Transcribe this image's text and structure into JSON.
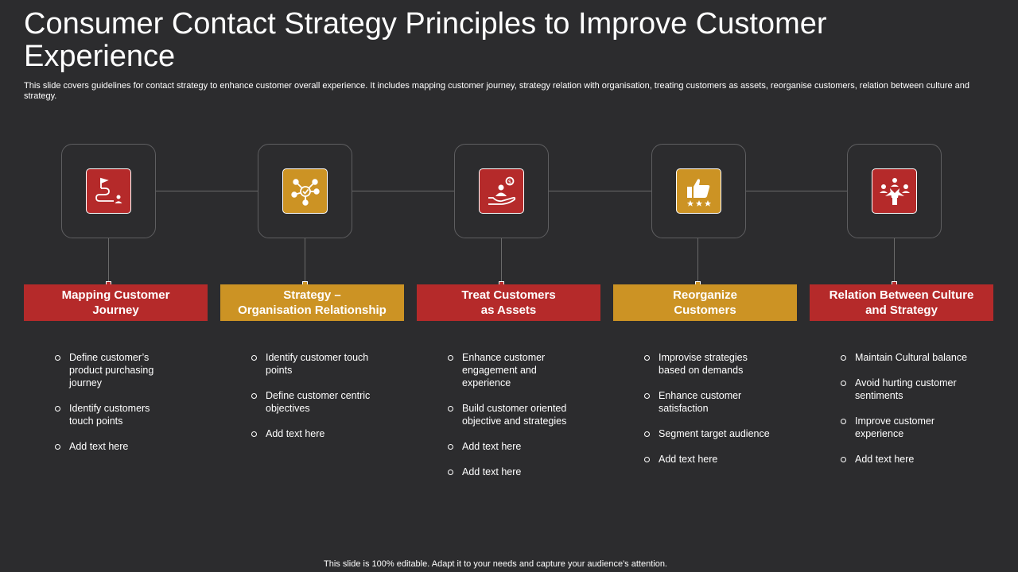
{
  "slide": {
    "title": "Consumer Contact Strategy Principles to Improve Customer Experience",
    "subtitle": "This slide covers guidelines for contact strategy to enhance customer overall experience. It includes mapping customer journey, strategy relation with organisation, treating customers as assets, reorganise customers, relation between culture and strategy.",
    "footer": "This slide is 100% editable. Adapt it to your needs and capture your audience's attention."
  },
  "colors": {
    "background": "#2c2c2e",
    "red": "#b52a2a",
    "gold": "#cc9324"
  },
  "steps": [
    {
      "icon": "journey-map-icon",
      "color": "red",
      "heading_line1": "Mapping Customer",
      "heading_line2": "Journey",
      "bullets": [
        "Define customer’s product purchasing journey",
        "Identify customers touch points",
        "Add text here"
      ]
    },
    {
      "icon": "network-check-icon",
      "color": "gold",
      "heading_line1": "Strategy –",
      "heading_line2": "Organisation Relationship",
      "bullets": [
        "Identify customer touch points",
        "Define customer centric objectives",
        "Add text here"
      ]
    },
    {
      "icon": "hand-customer-dollar-icon",
      "color": "red",
      "heading_line1": "Treat Customers",
      "heading_line2": "as Assets",
      "bullets": [
        "Enhance customer engagement and experience",
        "Build customer oriented objective and strategies",
        "Add text here",
        "Add text here"
      ]
    },
    {
      "icon": "thumbs-up-stars-icon",
      "color": "gold",
      "heading_line1": "Reorganize",
      "heading_line2": "Customers",
      "bullets": [
        "Improvise strategies based on demands",
        "Enhance customer satisfaction",
        "Segment target audience",
        "Add text here"
      ]
    },
    {
      "icon": "team-hands-icon",
      "color": "red",
      "heading_line1": "Relation Between Culture",
      "heading_line2": "and Strategy",
      "bullets": [
        "Maintain Cultural balance",
        "Avoid hurting customer sentiments",
        "Improve customer experience",
        "Add text here"
      ]
    }
  ]
}
